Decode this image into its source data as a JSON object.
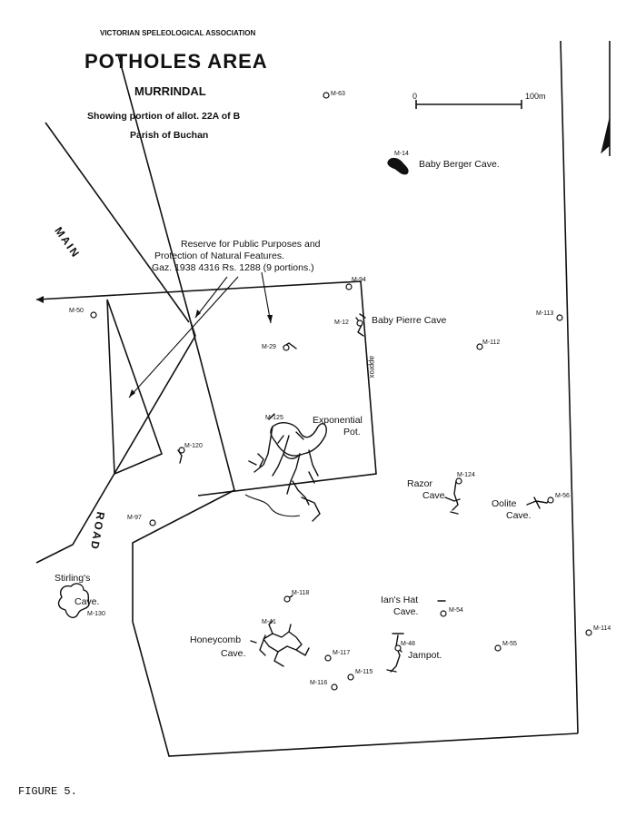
{
  "header": {
    "association": "VICTORIAN SPELEOLOGICAL ASSOCIATION",
    "title": "POTHOLES AREA",
    "subtitle": "MURRINDAL",
    "line1": "Showing portion of allot. 22A of B",
    "line2": "Parish of Buchan"
  },
  "scale": {
    "start": "0",
    "end": "100m"
  },
  "road": {
    "word1": "MAIN",
    "word2": "ROAD"
  },
  "reserve": {
    "line1": "Reserve for Public Purposes and",
    "line2": "Protection of Natural Features.",
    "line3": "Gaz. 1938 4316  Rs. 1288 (9 portions.)",
    "approx": "approx"
  },
  "markers": {
    "m63": "M-63",
    "m14": "M-14",
    "m94": "M-94",
    "m50": "M-50",
    "m12": "M-12",
    "m113": "M-113",
    "m112": "M-112",
    "m29": "M-29",
    "m125": "M-125",
    "m120": "M-120",
    "m124": "M-124",
    "m56": "M-56",
    "m97": "M-97",
    "m118": "M-118",
    "m130": "M-130",
    "m54": "M-54",
    "m41": "M-41",
    "m48": "M-48",
    "m55": "M-55",
    "m114": "M-114",
    "m117": "M-117",
    "m115": "M-115",
    "m116": "M-116"
  },
  "caves": {
    "baby_berger": "Baby Berger Cave.",
    "baby_pierre": "Baby Pierre Cave",
    "exponential_1": "Exponential",
    "exponential_2": "Pot.",
    "razor_1": "Razor",
    "razor_2": "Cave",
    "oolite_1": "Oolite",
    "oolite_2": "Cave.",
    "stirlings_1": "Stirling's",
    "stirlings_2": "Cave.",
    "ians_hat_1": "Ian's Hat",
    "ians_hat_2": "Cave.",
    "honeycomb_1": "Honeycomb",
    "honeycomb_2": "Cave.",
    "jampot": "Jampot."
  },
  "figure_caption": "FIGURE 5."
}
